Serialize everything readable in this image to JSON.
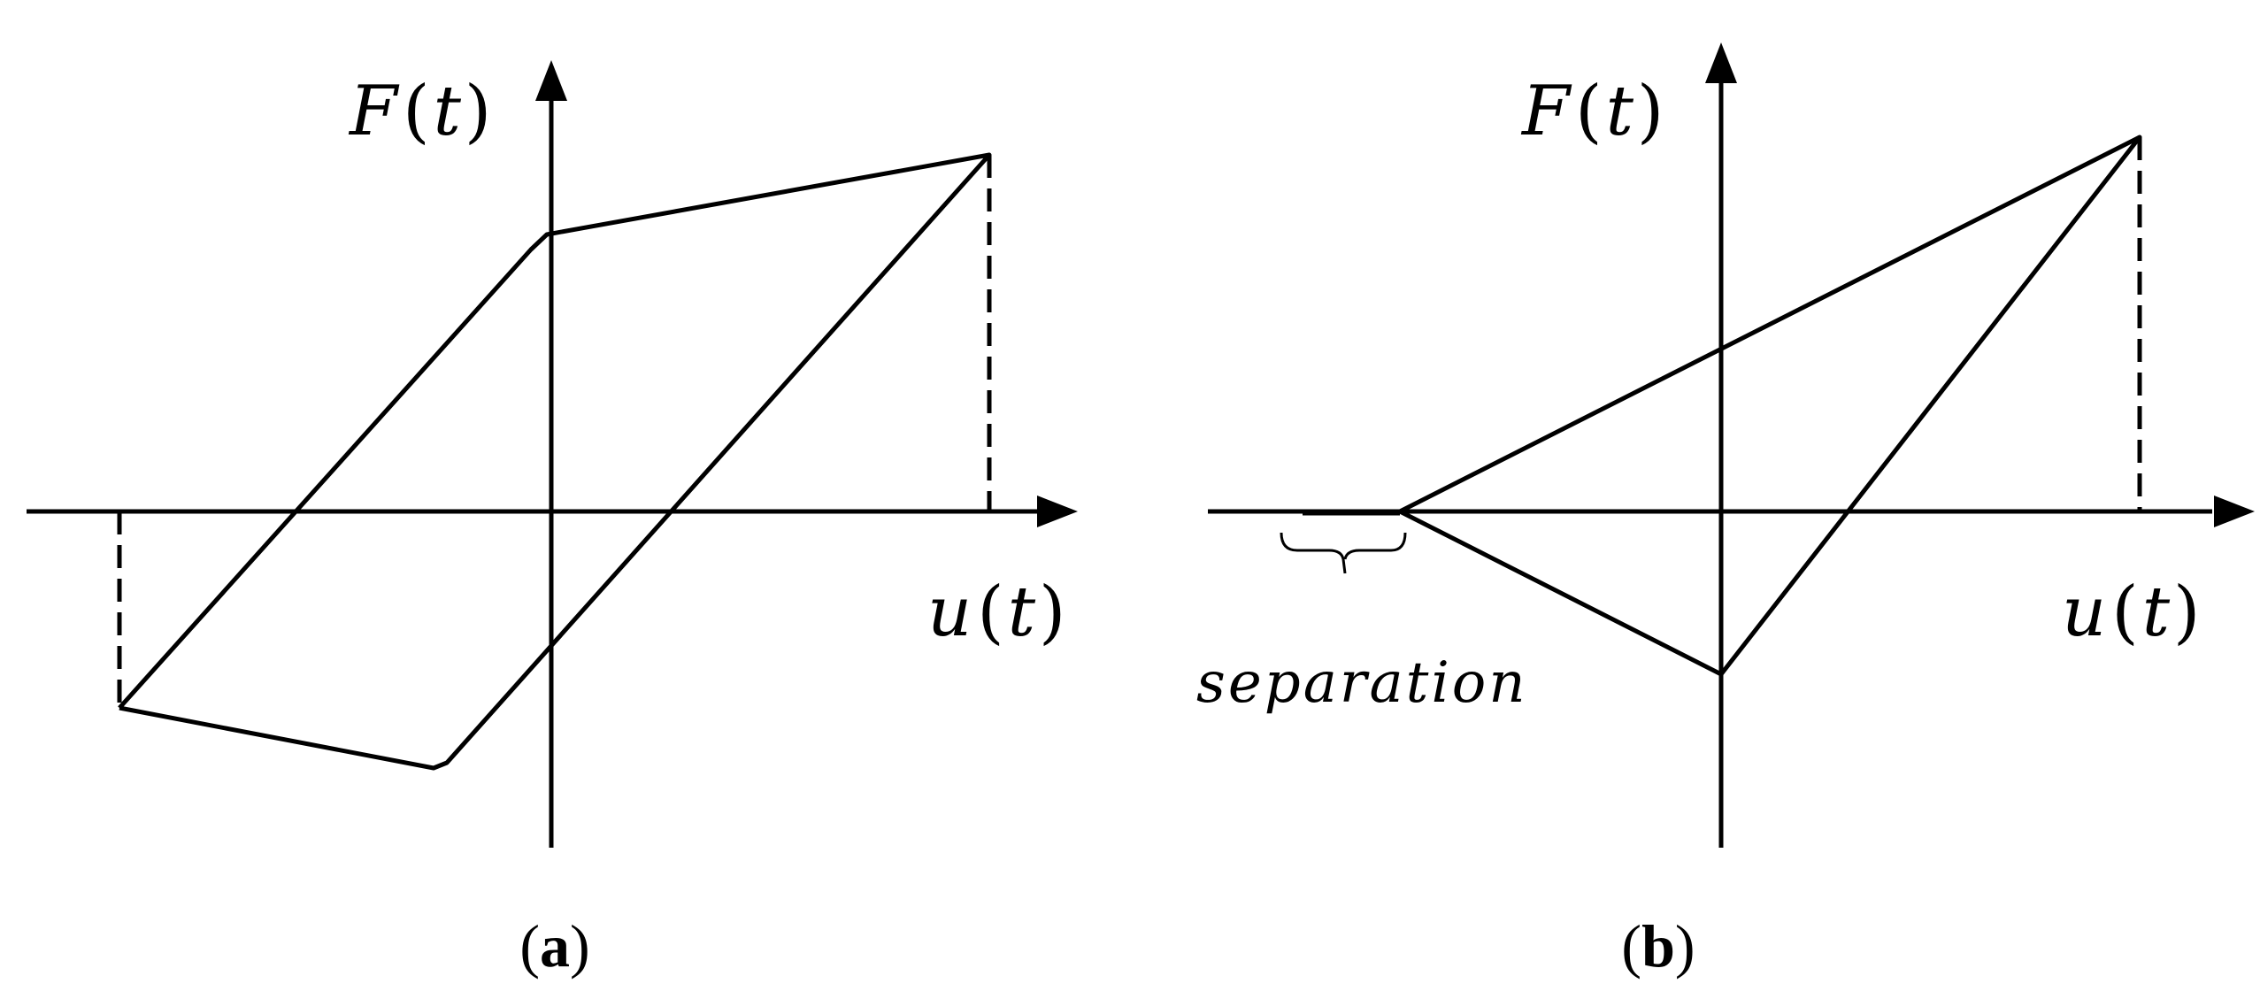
{
  "colors": {
    "line": "#000000",
    "background": "#ffffff"
  },
  "panel_a": {
    "y_axis_label": {
      "symbol": "F",
      "open": "(",
      "arg": "t",
      "close": ")"
    },
    "x_axis_label": {
      "symbol": "u",
      "open": "(",
      "arg": "t",
      "close": ")"
    },
    "caption": {
      "open": "(",
      "letter": "a",
      "close": ")"
    }
  },
  "panel_b": {
    "y_axis_label": {
      "symbol": "F",
      "open": "(",
      "arg": "t",
      "close": ")"
    },
    "x_axis_label": {
      "symbol": "u",
      "open": "(",
      "arg": "t",
      "close": ")"
    },
    "separation_label": "separation",
    "caption": {
      "open": "(",
      "letter": "b",
      "close": ")"
    }
  }
}
